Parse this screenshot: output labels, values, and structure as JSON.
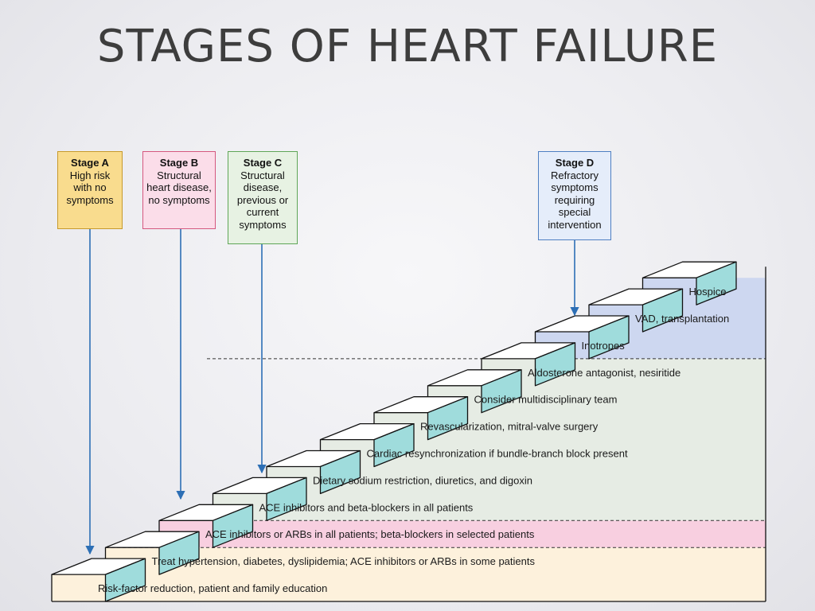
{
  "title": "STAGES OF HEART FAILURE",
  "stages": [
    {
      "name": "Stage A",
      "description": "High risk with no symptoms"
    },
    {
      "name": "Stage B",
      "description": "Structural heart disease, no symptoms"
    },
    {
      "name": "Stage C",
      "description": "Structural disease, previous or current symptoms"
    },
    {
      "name": "Stage D",
      "description": "Refractory symptoms requiring special intervention"
    }
  ],
  "treatments": [
    "Risk-factor reduction, patient and family education",
    "Treat hypertension, diabetes, dyslipidemia; ACE inhibitors or ARBs in some patients",
    "ACE inhibitors or ARBs in all patients; beta-blockers in selected patients",
    "ACE inhibitors and beta-blockers in all patients",
    "Dietary sodium restriction, diuretics, and digoxin",
    "Cardiac resynchronization if bundle-branch block present",
    "Revascularization, mitral-valve surgery",
    "Consider multidisciplinary team",
    "Aldosterone antagonist, nesiritide",
    "Inotropes",
    "VAD, transplantation",
    "Hospice"
  ],
  "colors": {
    "stage_a": "#fdf1dc",
    "stage_b": "#f8cfe0",
    "stage_c": "#e6ece4",
    "stage_d": "#cdd7f0",
    "stair_riser": "#9fdcdc",
    "arrow": "#2d6fb5"
  }
}
